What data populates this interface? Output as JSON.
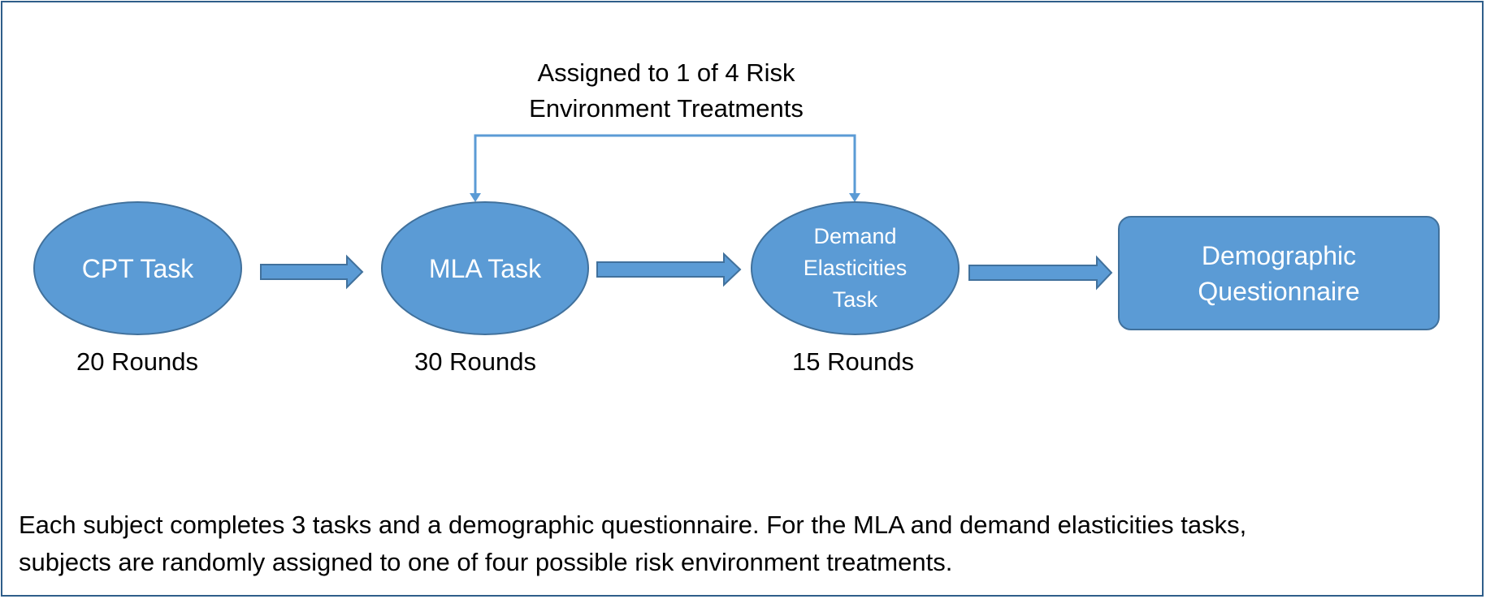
{
  "top_caption": "Assigned to 1 of 4 Risk\nEnvironment Treatments",
  "nodes": [
    {
      "label": "CPT Task",
      "rounds": "20 Rounds"
    },
    {
      "label": "MLA Task",
      "rounds": "30 Rounds"
    },
    {
      "label": "Demand\nElasticities\nTask",
      "rounds": "15 Rounds"
    },
    {
      "label": "Demographic\nQuestionnaire"
    }
  ],
  "footnote": "Each subject completes 3 tasks and a demographic questionnaire.  For the MLA and demand elasticities tasks,\nsubjects are randomly assigned to one of four possible risk environment treatments.",
  "colors": {
    "node_fill": "#5b9bd5",
    "node_border": "#41719c",
    "frame": "#2f5e8a"
  }
}
